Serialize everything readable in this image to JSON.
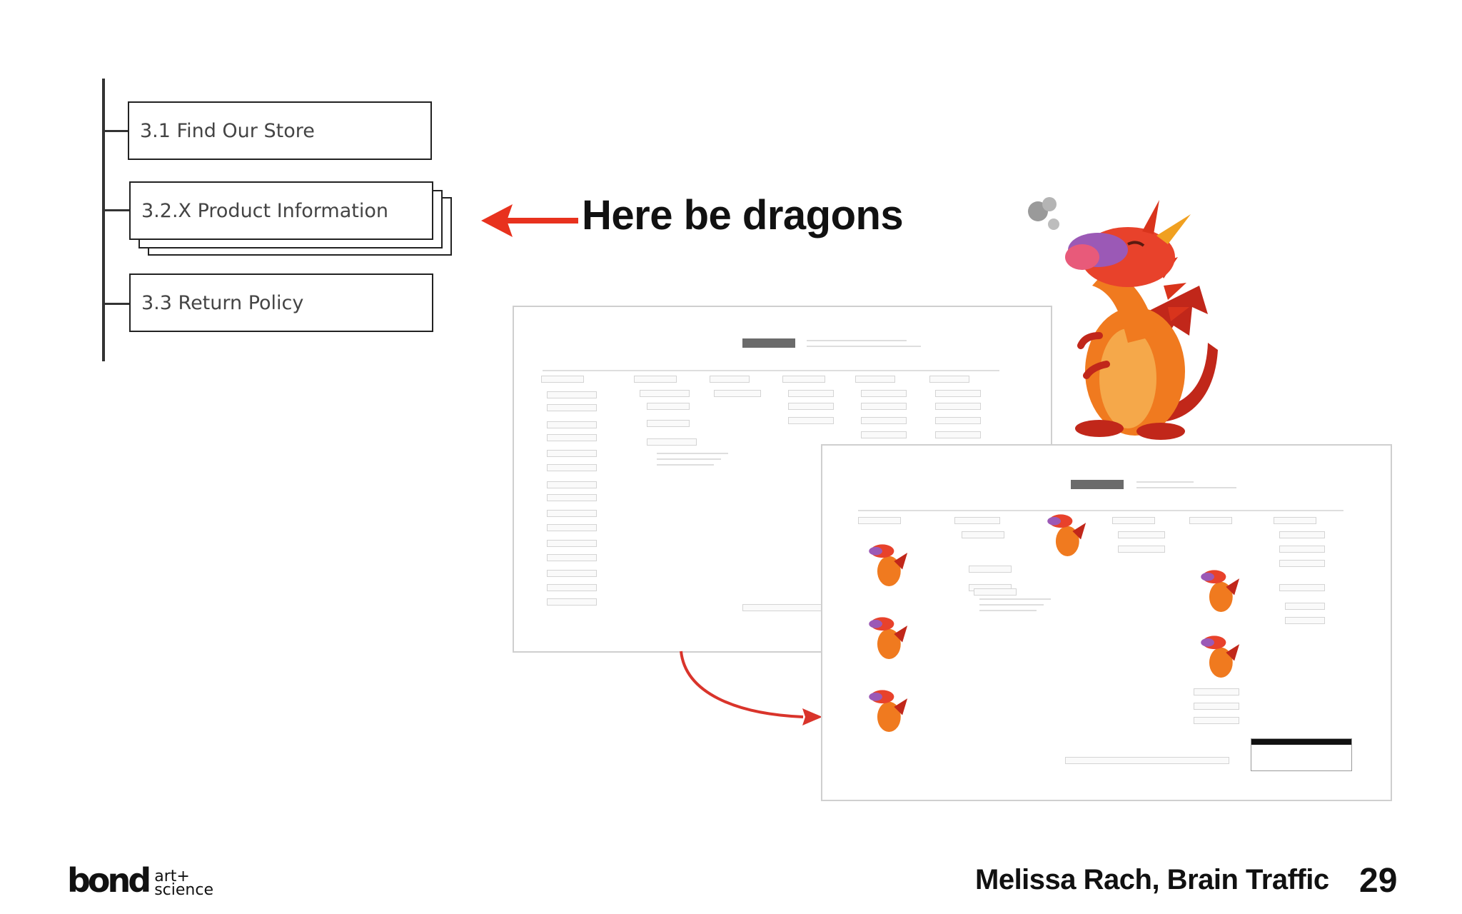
{
  "sitemap": {
    "items": [
      {
        "label": "3.1 Find Our Store"
      },
      {
        "label": "3.2.X Product Information"
      },
      {
        "label": "3.3 Return Policy"
      }
    ]
  },
  "callout": {
    "text": "Here be dragons",
    "arrow_color": "#e8321e"
  },
  "illustration": {
    "icon": "dragon-icon",
    "colors": {
      "body": "#f07a1f",
      "belly": "#f5a84a",
      "spikes": "#d9341c",
      "snout": "#9b59b6",
      "wings": "#c1271a"
    }
  },
  "thumbnails": [
    {
      "description_icon": "sitemap-diagram-thumbnail"
    },
    {
      "description_icon": "sitemap-with-dragons-thumbnail"
    }
  ],
  "footer": {
    "logo_main": "bond",
    "logo_sub_1": "art+",
    "logo_sub_2": "science",
    "credit": "Melissa Rach, Brain Traffic",
    "page_number": "29"
  }
}
